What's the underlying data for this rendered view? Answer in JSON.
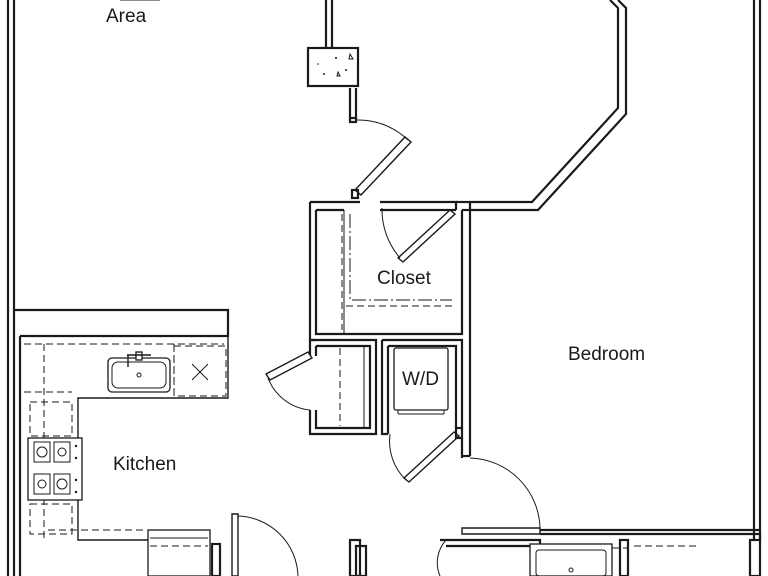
{
  "plan": {
    "rooms": {
      "living_area": "Area",
      "closet": "Closet",
      "bedroom": "Bedroom",
      "laundry": "W/D",
      "kitchen": "Kitchen"
    }
  }
}
